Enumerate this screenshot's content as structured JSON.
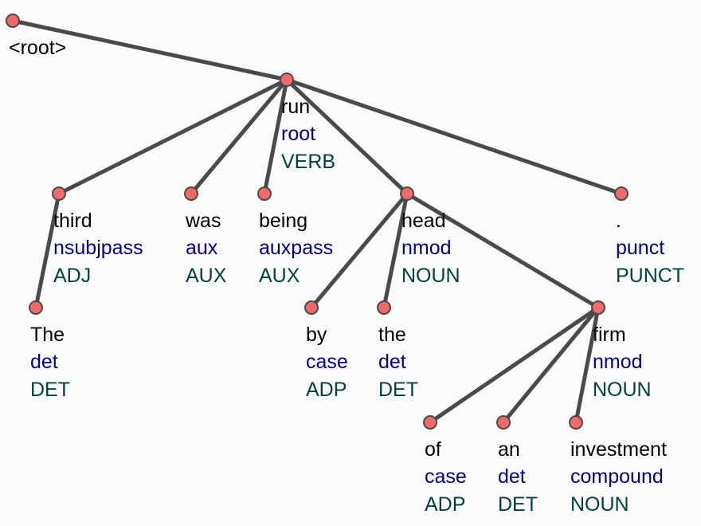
{
  "colors": {
    "edge": "#4a4a4a",
    "node_fill": "#f06a6a",
    "word": "#000000",
    "deprel": "#000080",
    "pos": "#004040"
  },
  "tree": {
    "nodes": [
      {
        "id": "root",
        "word": "<root>",
        "deprel": "",
        "pos": ""
      },
      {
        "id": "run",
        "word": "run",
        "deprel": "root",
        "pos": "VERB",
        "head": "root"
      },
      {
        "id": "third",
        "word": "third",
        "deprel": "nsubjpass",
        "pos": "ADJ",
        "head": "run"
      },
      {
        "id": "was",
        "word": "was",
        "deprel": "aux",
        "pos": "AUX",
        "head": "run"
      },
      {
        "id": "being",
        "word": "being",
        "deprel": "auxpass",
        "pos": "AUX",
        "head": "run"
      },
      {
        "id": "head",
        "word": "head",
        "deprel": "nmod",
        "pos": "NOUN",
        "head": "run"
      },
      {
        "id": "punct",
        "word": ".",
        "deprel": "punct",
        "pos": "PUNCT",
        "head": "run"
      },
      {
        "id": "the1",
        "word": "The",
        "deprel": "det",
        "pos": "DET",
        "head": "third"
      },
      {
        "id": "by",
        "word": "by",
        "deprel": "case",
        "pos": "ADP",
        "head": "head"
      },
      {
        "id": "the2",
        "word": "the",
        "deprel": "det",
        "pos": "DET",
        "head": "head"
      },
      {
        "id": "firm",
        "word": "firm",
        "deprel": "nmod",
        "pos": "NOUN",
        "head": "head"
      },
      {
        "id": "of",
        "word": "of",
        "deprel": "case",
        "pos": "ADP",
        "head": "firm"
      },
      {
        "id": "an",
        "word": "an",
        "deprel": "det",
        "pos": "DET",
        "head": "firm"
      },
      {
        "id": "investment",
        "word": "investment",
        "deprel": "compound",
        "pos": "NOUN",
        "head": "firm"
      }
    ]
  }
}
